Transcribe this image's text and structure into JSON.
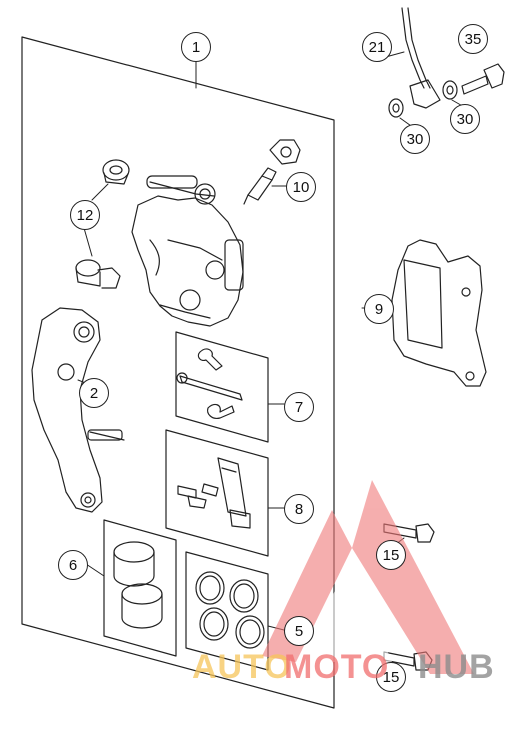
{
  "callouts": {
    "c1": "1",
    "c2": "2",
    "c5": "5",
    "c6": "6",
    "c7": "7",
    "c8": "8",
    "c9": "9",
    "c10": "10",
    "c12": "12",
    "c15a": "15",
    "c15b": "15",
    "c21": "21",
    "c30a": "30",
    "c30b": "30",
    "c35": "35"
  },
  "watermark": {
    "part1": "AUTO",
    "part2": "MOTO",
    "part3": "HUB",
    "colors": {
      "auto": "#f5c45a",
      "moto": "#f06e6e",
      "hub": "#8c8c8c"
    }
  }
}
